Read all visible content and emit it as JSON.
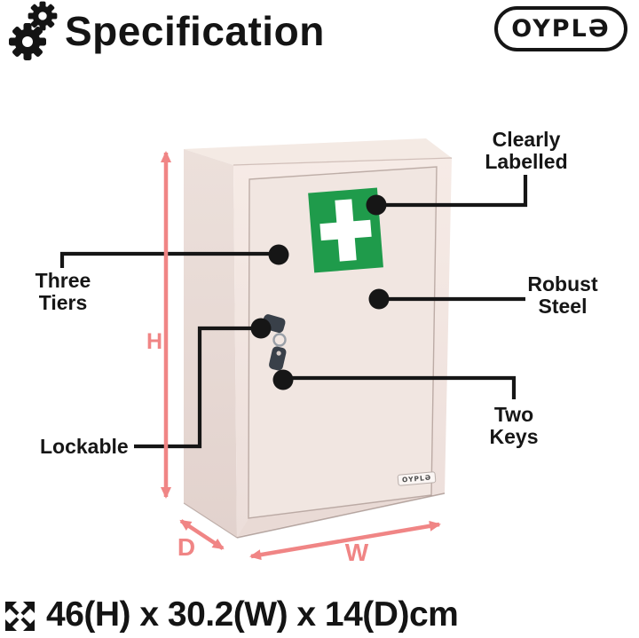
{
  "header": {
    "title": "Specification",
    "brand_logo": "OYPLƏ"
  },
  "icons": {
    "gears_icon": "two-gears",
    "expand_icon": "four-corner-expand-arrows",
    "first_aid_sign": "white-cross-on-green-square",
    "lock_icon": "key-in-lock-with-hanging-key"
  },
  "callouts": {
    "clearly_labelled": {
      "line1": "Clearly",
      "line2": "Labelled"
    },
    "three_tiers": {
      "line1": "Three",
      "line2": "Tiers"
    },
    "robust_steel": {
      "line1": "Robust",
      "line2": "Steel"
    },
    "lockable": {
      "line1": "Lockable"
    },
    "two_keys": {
      "line1": "Two",
      "line2": "Keys"
    }
  },
  "dimensions": {
    "height_letter": "H",
    "depth_letter": "D",
    "width_letter": "W",
    "spec_text": "46(H) x 30.2(W) x 14(D)cm"
  },
  "cabinet": {
    "badge_text": "OYPLƏ"
  },
  "colors": {
    "accent_pink": "#f08585",
    "sign_green": "#1f9b4b",
    "cabinet_front": "#f2e6e1",
    "cabinet_side": "#e9dbd6",
    "cabinet_top": "#f4eae4",
    "ink": "#161616"
  }
}
